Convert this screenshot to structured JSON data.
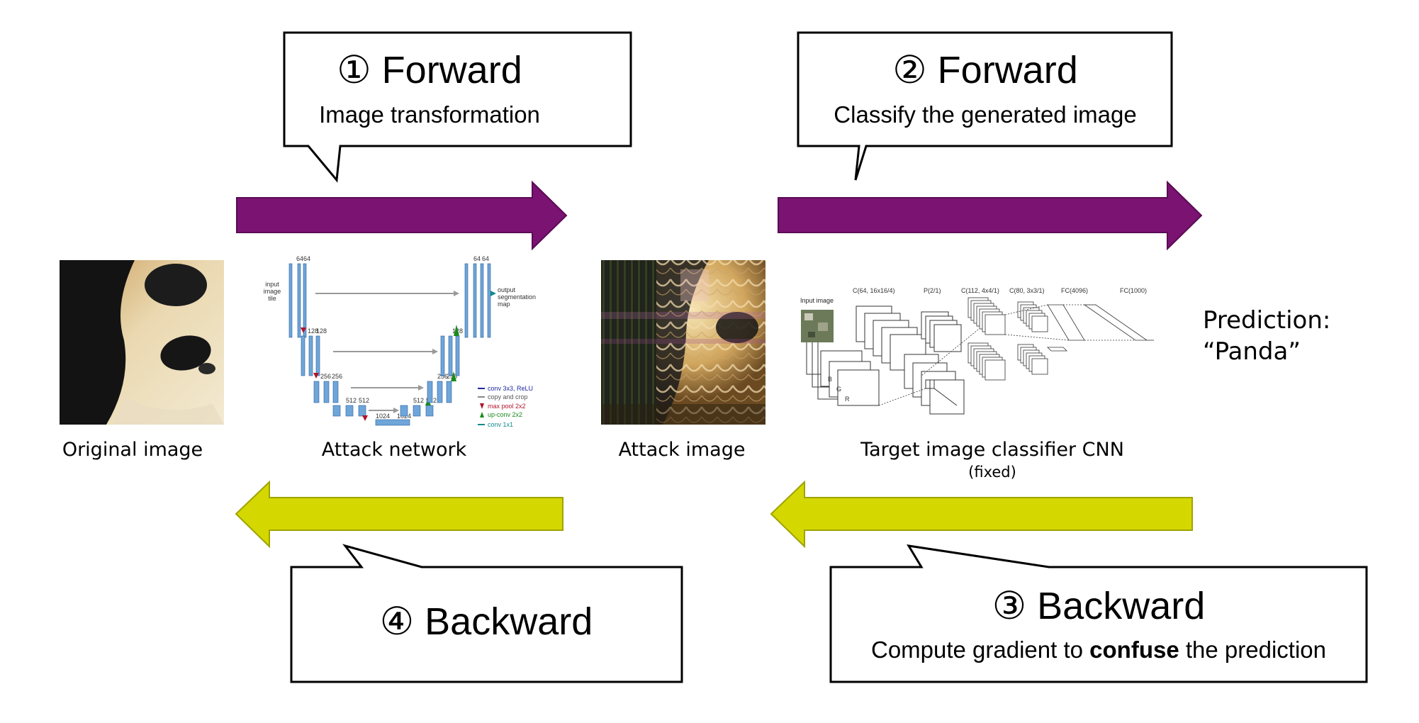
{
  "steps": {
    "step1": {
      "title": "① Forward",
      "subtitle": "Image transformation"
    },
    "step2": {
      "title": "② Forward",
      "subtitle": "Classify the generated image"
    },
    "step3": {
      "title": "③ Backward",
      "subtitle_pre": "Compute gradient to ",
      "subtitle_bold": "confuse",
      "subtitle_post": " the prediction"
    },
    "step4": {
      "title": "④ Backward"
    }
  },
  "captions": {
    "original": "Original image",
    "attack_network": "Attack network",
    "attack_image": "Attack image",
    "target": "Target image classifier CNN",
    "target_note": "(fixed)"
  },
  "prediction": {
    "line1": "Prediction:",
    "line2": "“Panda”"
  },
  "unet": {
    "input_label": [
      "input",
      "image",
      "tile"
    ],
    "output_label": [
      "output",
      "segmentation",
      "map"
    ],
    "channels": [
      "64",
      "64",
      "128",
      "128",
      "256",
      "256",
      "512",
      "512",
      "1024",
      "1024",
      "512",
      "512",
      "256",
      "256",
      "128",
      "64",
      "64"
    ],
    "legend": [
      {
        "text": "conv 3x3, ReLU",
        "color": "#1f2a9c"
      },
      {
        "text": "copy and crop",
        "color": "#888888"
      },
      {
        "text": "max pool 2x2",
        "color": "#b0142a"
      },
      {
        "text": "up-conv 2x2",
        "color": "#1a8a1a"
      },
      {
        "text": "conv 1x1",
        "color": "#138a8a"
      }
    ]
  },
  "cnn": {
    "input_label": "Input image",
    "layers": [
      "C(64, 16x16/4)",
      "P(2/1)",
      "C(112, 4x4/1)",
      "C(80, 3x3/1)",
      "FC(4096)",
      "FC(1000)"
    ],
    "branches": [
      "B",
      "G",
      "R"
    ]
  },
  "colors": {
    "forward_arrow": "#7b1372",
    "backward_arrow": "#d4d800",
    "backward_arrow_stroke": "#9fa300"
  }
}
